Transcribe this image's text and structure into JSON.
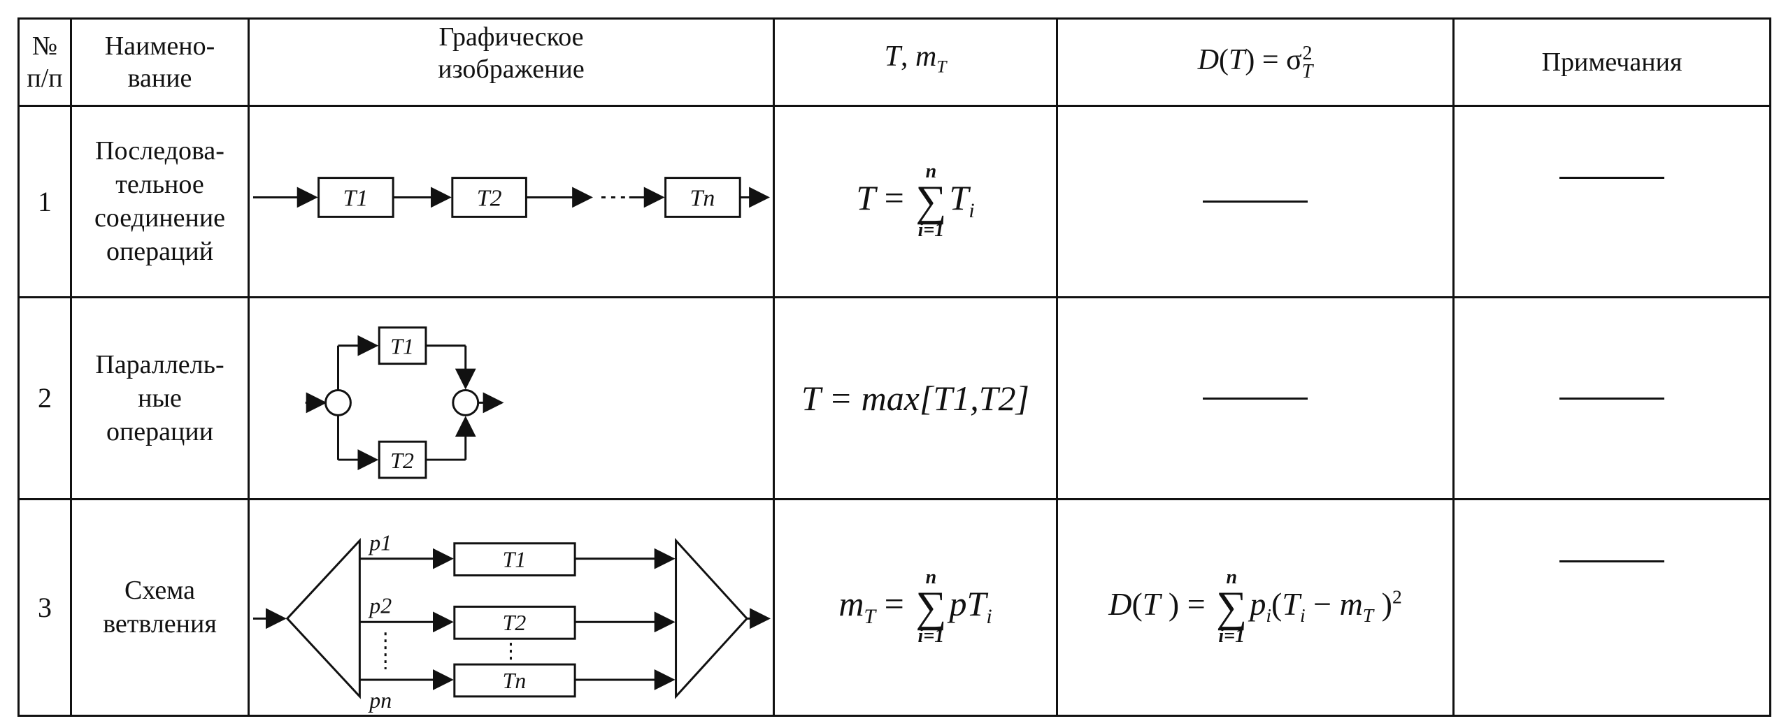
{
  "header": {
    "num": "№ п/п",
    "name": "Наимено-вание",
    "graphic": "Графическое изображение",
    "tm": "T, mT",
    "dt": "D(T) = σ²T",
    "notes": "Примечания"
  },
  "rows": [
    {
      "num": "1",
      "name": "Последова-тельное соединение операций",
      "boxes": [
        "T1",
        "T2",
        "Tn"
      ],
      "formula_lhs": "T =",
      "formula_term": "Ti",
      "sum_top": "n",
      "sum_bottom": "i=1",
      "dt": "",
      "note": ""
    },
    {
      "num": "2",
      "name": "Параллель-ные операции",
      "boxes": [
        "T1",
        "T2"
      ],
      "formula": "T = max[T1,T2]",
      "dt": "",
      "note": ""
    },
    {
      "num": "3",
      "name": "Схема ветвления",
      "boxes": [
        "T1",
        "T2",
        "Tn"
      ],
      "probs": [
        "p1",
        "p2",
        "pn"
      ],
      "formula_lhs": "mT =",
      "formula_term": "pTi",
      "sum_top": "n",
      "sum_bottom": "i=1",
      "dt_lhs": "D(T ) =",
      "dt_term": "pi(Ti − mT )²",
      "dt_sum_top": "n",
      "dt_sum_bottom": "i=1",
      "note": ""
    }
  ]
}
